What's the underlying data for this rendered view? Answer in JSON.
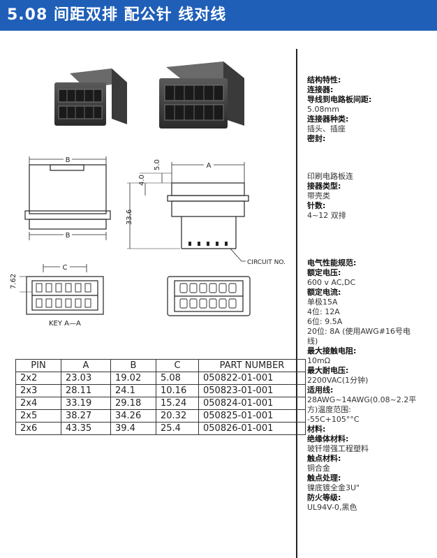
{
  "header": {
    "title": "5.08 间距双排  配公针  线对线"
  },
  "drawing": {
    "label_b": "B",
    "label_a": "A",
    "label_c": "C",
    "dim_50": "5.0",
    "dim_40": "4.0",
    "dim_336": "33.6",
    "dim_762": "7.62",
    "circuit_no": "CIRCUIT  NO.",
    "key_aa": "KEY  A—A"
  },
  "spec": {
    "block1": [
      {
        "type": "lbl",
        "text": "结构特性:"
      },
      {
        "type": "lbl",
        "text": "连接器:"
      },
      {
        "type": "lbl",
        "text": "导线到电路板间距:"
      },
      {
        "type": "val",
        "text": "5.08mm"
      },
      {
        "type": "lbl",
        "text": "连接器种类:"
      },
      {
        "type": "val",
        "text": "插头、插座"
      },
      {
        "type": "lbl",
        "text": "密封:"
      }
    ],
    "block2": [
      {
        "type": "val",
        "text": "印刷电路板连"
      },
      {
        "type": "lbl",
        "text": "接器类型:"
      },
      {
        "type": "val",
        "text": "带壳类"
      },
      {
        "type": "lbl",
        "text": "针数:"
      },
      {
        "type": "val",
        "text": "4~12 双排"
      }
    ],
    "block3": [
      {
        "type": "lbl",
        "text": "电气性能规范:"
      },
      {
        "type": "lbl",
        "text": "额定电压:"
      },
      {
        "type": "val",
        "text": "600 v AC,DC"
      },
      {
        "type": "lbl",
        "text": "额定电流:"
      },
      {
        "type": "val",
        "text": "单极15A"
      },
      {
        "type": "val",
        "text": "4位: 12A"
      },
      {
        "type": "val",
        "text": "6位: 9.5A"
      },
      {
        "type": "val",
        "text": "20位: 8A (使用AWG#16号电"
      },
      {
        "type": "val",
        "text": "线)"
      },
      {
        "type": "lbl",
        "text": "最大接触电阻:"
      },
      {
        "type": "val",
        "text": "10mΩ"
      },
      {
        "type": "lbl",
        "text": "最大耐电压:"
      },
      {
        "type": "val",
        "text": "2200VAC(1分钟)"
      },
      {
        "type": "lbl",
        "text": "适用线:"
      },
      {
        "type": "val",
        "text": "28AWG~14AWG(0.08~2.2平"
      },
      {
        "type": "val",
        "text": "方)温度范围:"
      },
      {
        "type": "val",
        "text": "-55C+105°°C"
      },
      {
        "type": "lbl",
        "text": "材料:"
      },
      {
        "type": "lbl",
        "text": "绝缘体材料:"
      },
      {
        "type": "val",
        "text": "玻钎增强工程塑料"
      },
      {
        "type": "lbl",
        "text": "触点材料:"
      },
      {
        "type": "val",
        "text": "铜合金"
      },
      {
        "type": "lbl",
        "text": "触点处理:"
      },
      {
        "type": "val",
        "text": "镍底镀全金3U\""
      },
      {
        "type": "lbl",
        "text": "防火等级:"
      },
      {
        "type": "val",
        "text": "UL94V-0,黑色"
      }
    ]
  },
  "table": {
    "headers": [
      "PIN",
      "A",
      "B",
      "C",
      "PART NUMBER"
    ],
    "rows": [
      [
        "2x2",
        "23.03",
        "19.02",
        "5.08",
        "050822-01-001"
      ],
      [
        "2x3",
        "28.11",
        "24.1",
        "10.16",
        "050823-01-001"
      ],
      [
        "2x4",
        "33.19",
        "29.18",
        "15.24",
        "050824-01-001"
      ],
      [
        "2x5",
        "38.27",
        "34.26",
        "20.32",
        "050825-01-001"
      ],
      [
        "2x6",
        "43.35",
        "39.4",
        "25.4",
        "050826-01-001"
      ]
    ]
  }
}
